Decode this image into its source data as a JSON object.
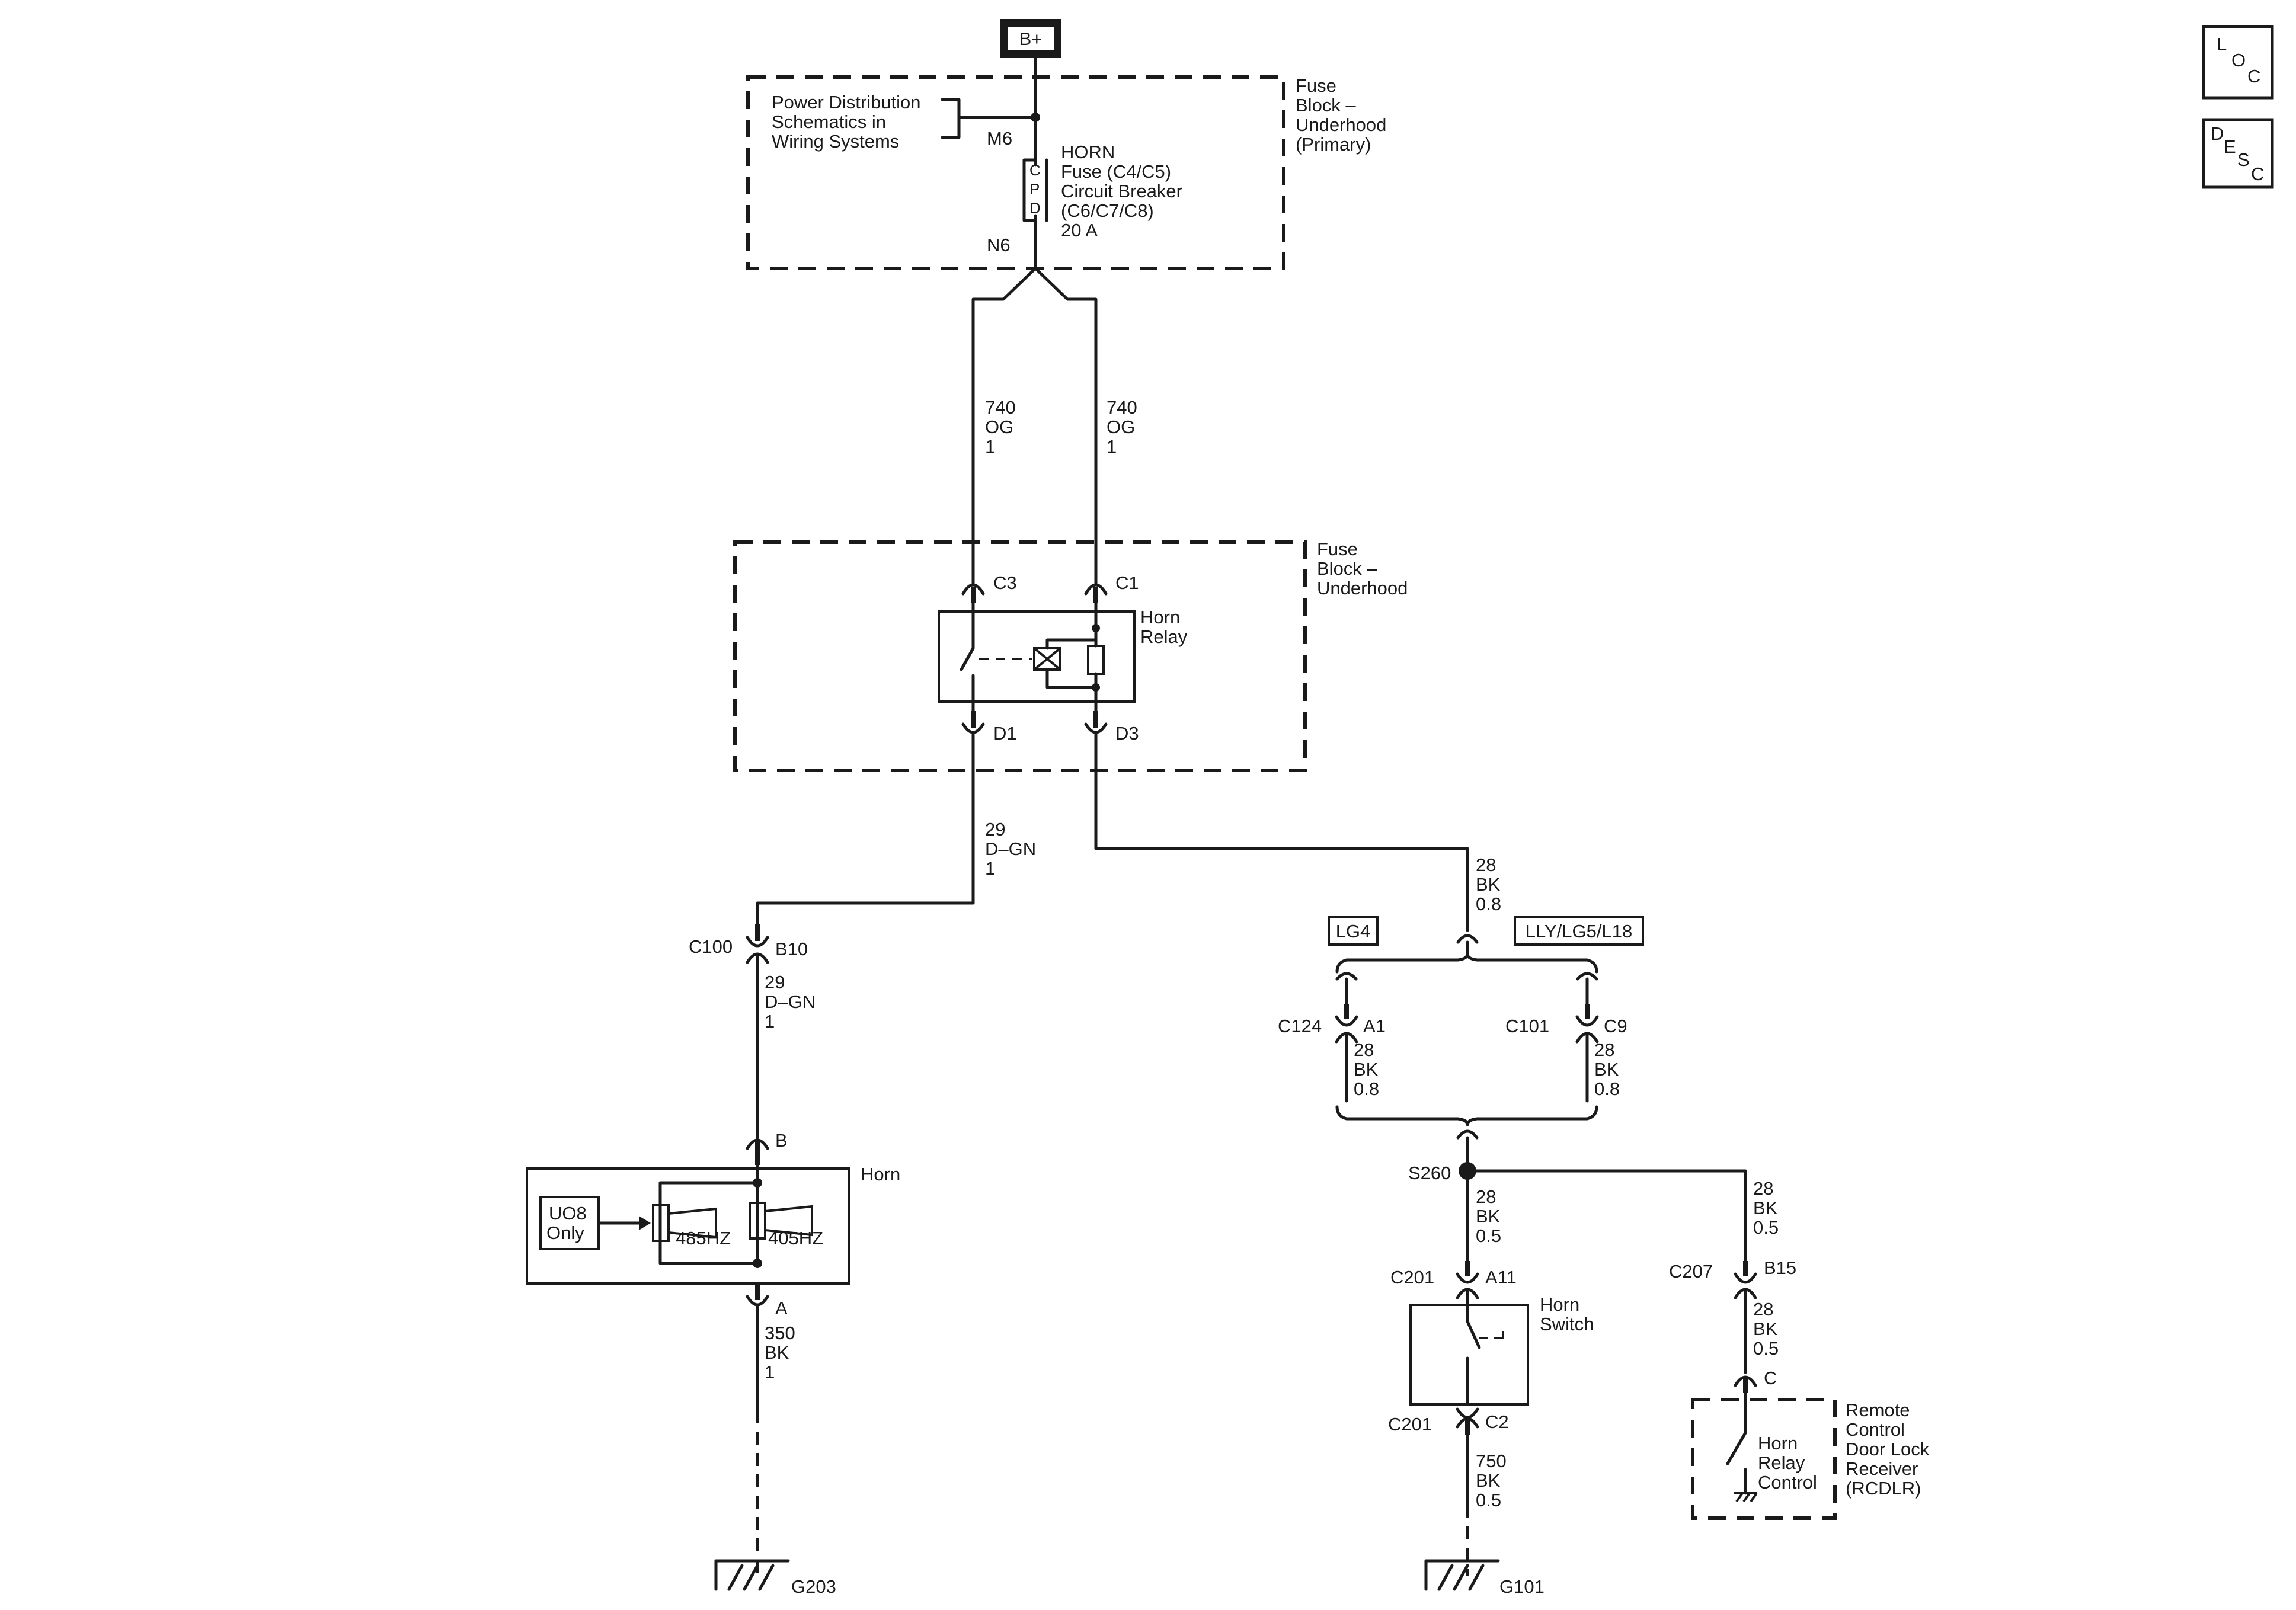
{
  "badges": {
    "b_plus": "B+",
    "loc": [
      "L",
      "O",
      "C"
    ],
    "desc": [
      "D",
      "E",
      "S",
      "C"
    ]
  },
  "fuse_block_primary": {
    "label": [
      "Fuse",
      "Block –",
      "Underhood",
      "(Primary)"
    ],
    "power_ref": [
      "Power Distribution",
      "Schematics in",
      "Wiring Systems"
    ],
    "pin_in": "M6",
    "pin_out": "N6",
    "cpd_letters": [
      "C",
      "P",
      "D"
    ],
    "fuse_desc": [
      "HORN",
      "Fuse (C4/C5)",
      "Circuit Breaker",
      "(C6/C7/C8)",
      "20 A"
    ]
  },
  "wires": {
    "left_740": [
      "740",
      "OG",
      "1"
    ],
    "right_740": [
      "740",
      "OG",
      "1"
    ],
    "d_gn_upper": [
      "29",
      "D–GN",
      "1"
    ],
    "d_gn_lower": [
      "29",
      "D–GN",
      "1"
    ],
    "bk_relay": [
      "28",
      "BK",
      "0.8"
    ],
    "bk_c124": [
      "28",
      "BK",
      "0.8"
    ],
    "bk_c101": [
      "28",
      "BK",
      "0.8"
    ],
    "bk_s260_down": [
      "28",
      "BK",
      "0.5"
    ],
    "bk_s260_right": [
      "28",
      "BK",
      "0.5"
    ],
    "bk_c207": [
      "28",
      "BK",
      "0.5"
    ],
    "bk_350": [
      "350",
      "BK",
      "1"
    ],
    "bk_750": [
      "750",
      "BK",
      "0.5"
    ]
  },
  "fuse_block": {
    "label": [
      "Fuse",
      "Block –",
      "Underhood"
    ],
    "pins": {
      "c3": "C3",
      "c1": "C1",
      "d1": "D1",
      "d3": "D3"
    },
    "relay_label": [
      "Horn",
      "Relay"
    ]
  },
  "connectors": {
    "c100": "C100",
    "b10": "B10",
    "c124": "C124",
    "a1": "A1",
    "c101": "C101",
    "c9": "C9",
    "s260": "S260",
    "c201_top": "C201",
    "a11": "A11",
    "c201_bot": "C201",
    "c2": "C2",
    "c207": "C207",
    "b15": "B15",
    "rcdlr_pin": "C",
    "horn_b": "B",
    "horn_a": "A"
  },
  "options": {
    "lg4": "LG4",
    "lly": "LLY/LG5/L18"
  },
  "horn": {
    "label": "Horn",
    "option": [
      "UO8",
      "Only"
    ],
    "hz_low": "485HZ",
    "hz_high": "405HZ"
  },
  "horn_switch": {
    "label": [
      "Horn",
      "Switch"
    ]
  },
  "rcdlr": {
    "label": [
      "Remote",
      "Control",
      "Door Lock",
      "Receiver",
      "(RCDLR)"
    ],
    "inner": [
      "Horn",
      "Relay",
      "Control"
    ]
  },
  "grounds": {
    "g203": "G203",
    "g101": "G101"
  }
}
